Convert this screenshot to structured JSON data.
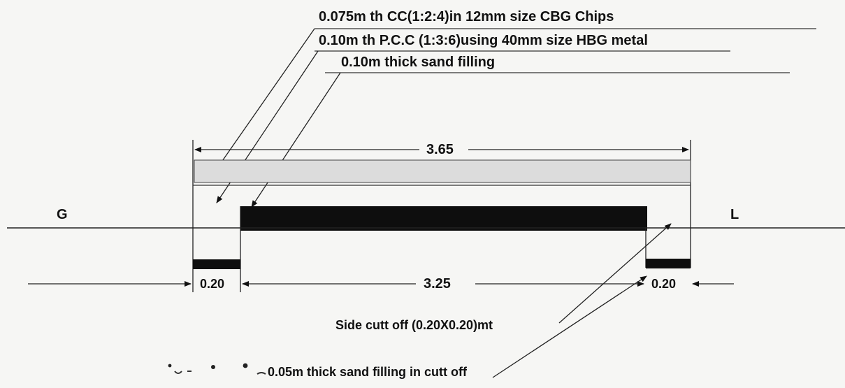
{
  "layer_labels": {
    "cc_layer": "0.075m th CC(1:2:4)in 12mm size CBG Chips",
    "pcc_layer": "0.10m th P.C.C (1:3:6)using 40mm size HBG metal",
    "sand_layer": "0.10m thick sand filling"
  },
  "dimensions": {
    "overall_width": "3.65",
    "inner_width": "3.25",
    "left_cut": "0.20",
    "right_cut": "0.20"
  },
  "ground_labels": {
    "left": "G",
    "right": "L"
  },
  "notes": {
    "side_cut": "Side cutt off (0.20X0.20)mt",
    "cut_fill": "0.05m thick sand filling in cutt off"
  },
  "colors": {
    "ink": "#111111",
    "cc_fill": "#dcdcdc",
    "background": "#f6f6f4"
  }
}
